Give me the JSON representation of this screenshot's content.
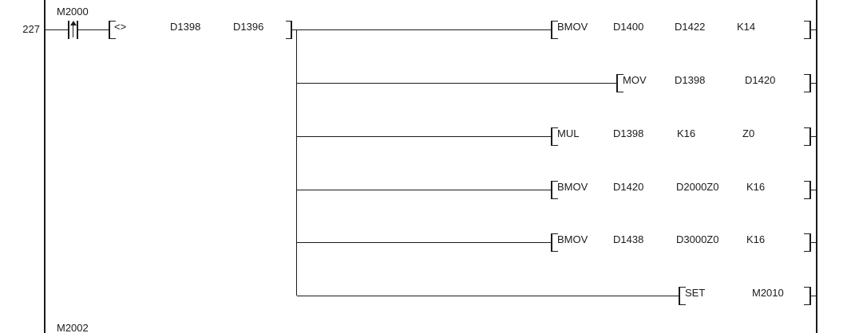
{
  "palette": {
    "ink": "#1b1b1b",
    "background": "#ffffff"
  },
  "ladder": {
    "rung_number": "227",
    "contact": {
      "label": "M2000",
      "type": "rising-edge-pulse-contact"
    },
    "compare": {
      "operator": "<>",
      "operands": [
        "D1398",
        "D1396"
      ]
    },
    "branches": [
      {
        "mnemonic": "BMOV",
        "operands": [
          "D1400",
          "D1422",
          "K14"
        ]
      },
      {
        "mnemonic": "MOV",
        "operands": [
          "D1398",
          "D1420"
        ]
      },
      {
        "mnemonic": "MUL",
        "operands": [
          "D1398",
          "K16",
          "Z0"
        ]
      },
      {
        "mnemonic": "BMOV",
        "operands": [
          "D1420",
          "D2000Z0",
          "K16"
        ]
      },
      {
        "mnemonic": "BMOV",
        "operands": [
          "D1438",
          "D3000Z0",
          "K16"
        ]
      },
      {
        "mnemonic": "SET",
        "operands": [
          "M2010"
        ]
      }
    ],
    "next_rung": {
      "contact_label": "M2002"
    }
  }
}
